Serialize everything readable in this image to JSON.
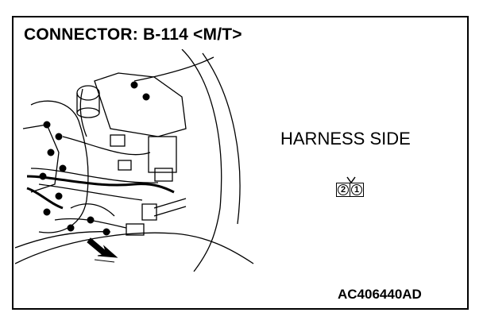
{
  "title": "CONNECTOR: B-114 <M/T>",
  "harness_label": "HARNESS SIDE",
  "connector": {
    "pins": [
      "2",
      "1"
    ]
  },
  "figure_code": "AC406440AD"
}
